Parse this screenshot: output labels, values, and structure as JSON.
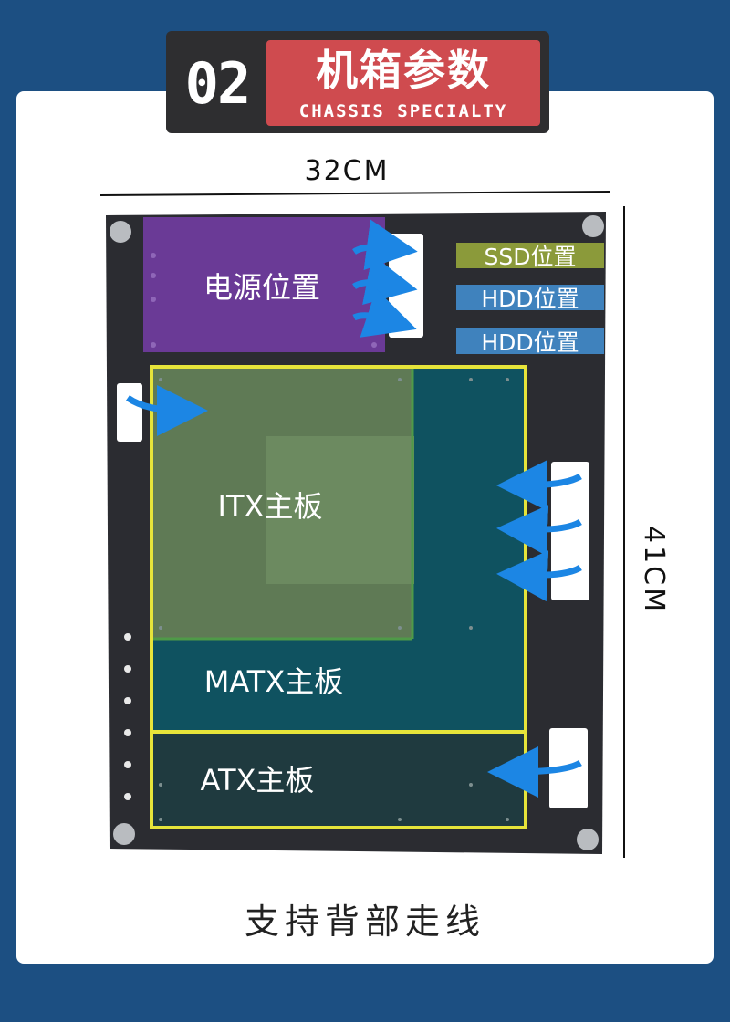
{
  "header": {
    "number": "02",
    "title_cn": "机箱参数",
    "title_en": "CHASSIS SPECIALTY"
  },
  "dimensions": {
    "width": "32CM",
    "height": "41CM"
  },
  "zones": {
    "psu": "电源位置",
    "ssd": "SSD位置",
    "hdd_1": "HDD位置",
    "hdd_2": "HDD位置",
    "itx": "ITX主板",
    "matx": "MATX主板",
    "atx": "ATX主板"
  },
  "footer": {
    "text": "支持背部走线"
  },
  "colors": {
    "background": "#1c4f82",
    "header_red": "#cf4b4f",
    "psu": "#6a3a96",
    "ssd": "#8b9a3a",
    "hdd": "#3f82bd",
    "outline": "#e6e43a",
    "arrow": "#1c86e4"
  }
}
